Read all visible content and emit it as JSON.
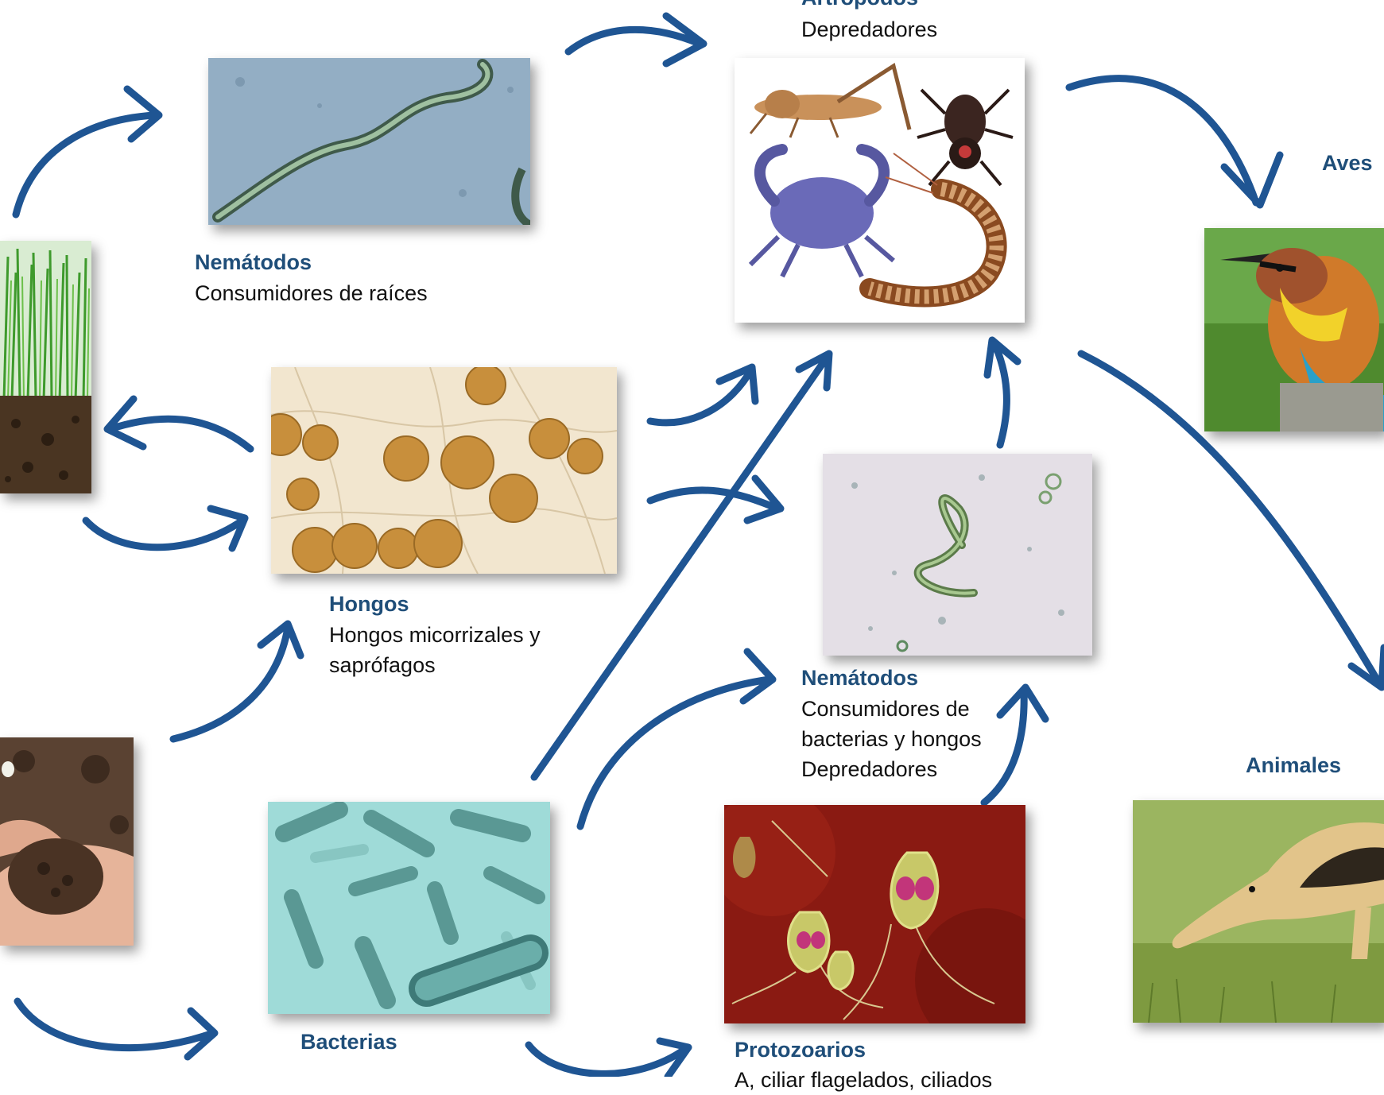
{
  "colors": {
    "accent": "#1f4e79",
    "arrow": "#1f5593",
    "text": "#111111"
  },
  "nodes": {
    "artropodos": {
      "title": "Artrópodos",
      "desc": "Depredadores"
    },
    "nematodos_raices": {
      "title": "Nemátodos",
      "desc": "Consumidores de raíces"
    },
    "hongos": {
      "title": "Hongos",
      "desc": "Hongos micorrizales y saprófagos"
    },
    "nematodos_bacterias": {
      "title": "Nemátodos",
      "desc1": "Consumidores de",
      "desc2": "bacterias y hongos",
      "desc3": "Depredadores"
    },
    "bacterias": {
      "title": "Bacterias"
    },
    "protozoarios": {
      "title": "Protozoarios",
      "desc": "A, ciliar flagelados, ciliados"
    },
    "aves": {
      "title": "Aves"
    },
    "animales": {
      "title": "Animales"
    }
  }
}
